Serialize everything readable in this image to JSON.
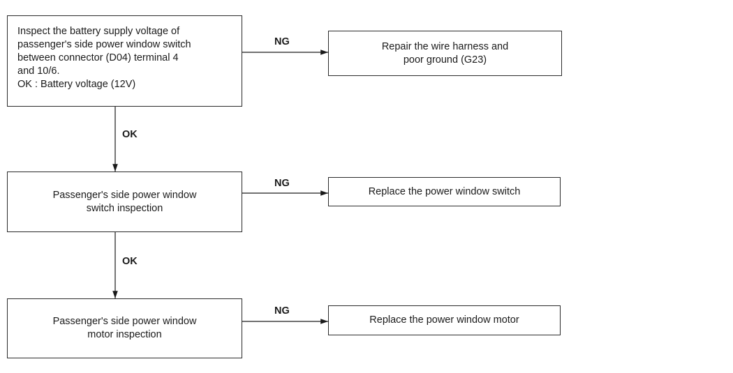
{
  "steps": [
    {
      "lines": [
        "Inspect the battery supply voltage of",
        "passenger's side power window switch",
        "between connector (D04) terminal 4",
        "and 10/6.",
        "OK : Battery voltage (12V)"
      ],
      "ng_label": "NG",
      "ng_action_lines": [
        "Repair the wire harness and",
        "poor ground (G23)"
      ],
      "ok_label": "OK"
    },
    {
      "lines": [
        "Passenger's side power window",
        "switch inspection"
      ],
      "ng_label": "NG",
      "ng_action_lines": [
        "Replace the power window switch"
      ],
      "ok_label": "OK"
    },
    {
      "lines": [
        "Passenger's side power window",
        "motor inspection"
      ],
      "ng_label": "NG",
      "ng_action_lines": [
        "Replace the power window motor"
      ]
    }
  ]
}
